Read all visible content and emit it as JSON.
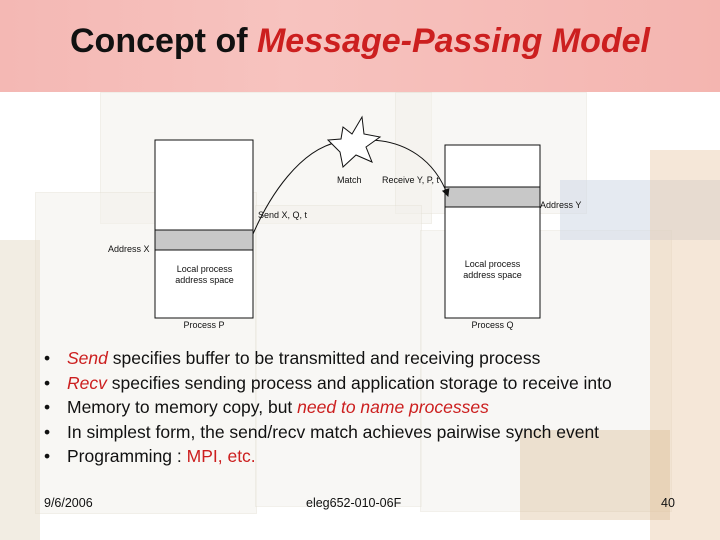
{
  "slide": {
    "title_plain": "Concept of ",
    "title_accent": "Message-Passing Model"
  },
  "diagram": {
    "match_label": "Match",
    "receive_label": "Receive Y, P, t",
    "send_label": "Send X, Q, t",
    "address_x": "Address X",
    "address_y": "Address Y",
    "left_space_line1": "Local process",
    "left_space_line2": "address space",
    "right_space_line1": "Local process",
    "right_space_line2": "address space",
    "process_p": "Process P",
    "process_q": "Process Q"
  },
  "bullets": [
    {
      "marker": "•",
      "pre": "",
      "em": "Send",
      "post": " specifies buffer to be transmitted and receiving process"
    },
    {
      "marker": "•",
      "pre": "",
      "em": "Recv",
      "post": " specifies sending process and application storage to receive into"
    },
    {
      "marker": "•",
      "pre": "Memory to memory copy, but ",
      "em": "need to name processes",
      "post": ""
    },
    {
      "marker": "•",
      "pre": "In simplest form, the send/recv match achieves pairwise synch event",
      "em": "",
      "post": ""
    },
    {
      "marker": "•",
      "pre": "Programming :   ",
      "em": "MPI, etc.",
      "post": ""
    }
  ],
  "footer": {
    "date": "9/6/2006",
    "course": "eleg652-010-06F",
    "page": "40"
  },
  "colors": {
    "accent_red": "#cc1f1f",
    "header_band": "#f4b8b4"
  }
}
